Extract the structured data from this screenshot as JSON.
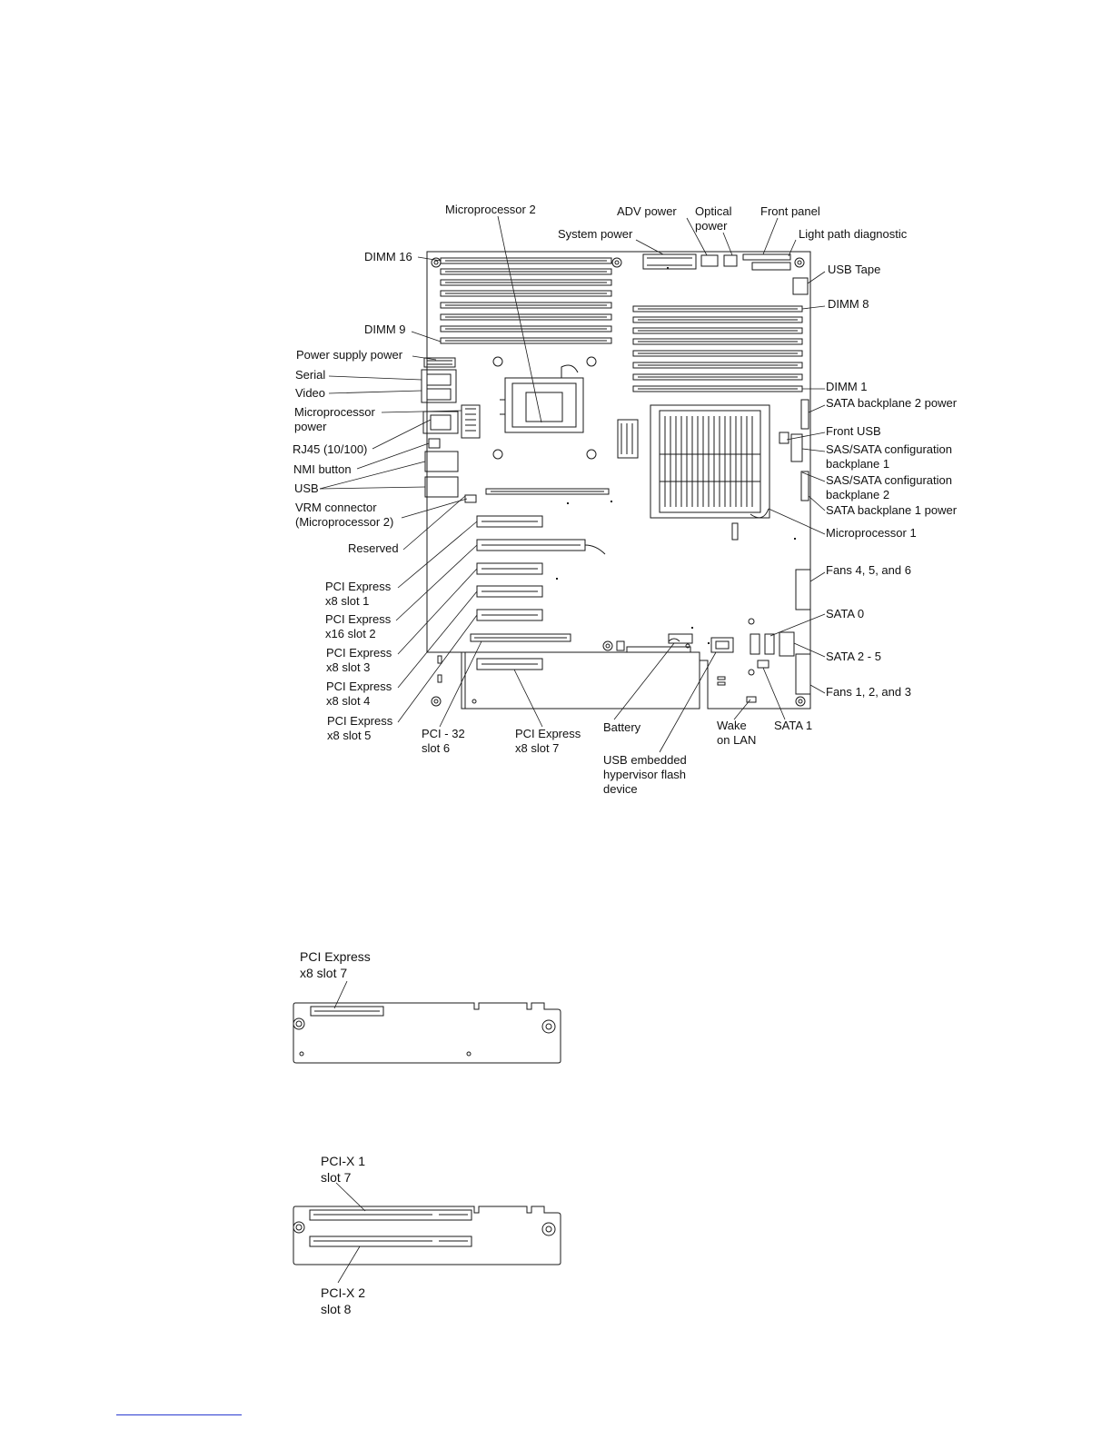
{
  "system_board": {
    "labels": {
      "microprocessor_2": "Microprocessor 2",
      "adv_power": "ADV power",
      "optical_power": "Optical\npower",
      "front_panel": "Front panel",
      "system_power": "System power",
      "light_path_diagnostic": "Light path diagnostic",
      "dimm_16": "DIMM 16",
      "usb_tape": "USB Tape",
      "dimm_8": "DIMM 8",
      "dimm_9": "DIMM 9",
      "power_supply_power": "Power supply power",
      "serial": "Serial",
      "video": "Video",
      "dimm_1": "DIMM 1",
      "sata_backplane_2_power": "SATA backplane 2 power",
      "microprocessor_power": "Microprocessor\npower",
      "front_usb": "Front USB",
      "rj45": "RJ45 (10/100)",
      "sas_sata_config_bp1": "SAS/SATA configuration\nbackplane 1",
      "nmi_button": "NMI button",
      "sas_sata_config_bp2": "SAS/SATA configuration\nbackplane 2",
      "usb": "USB",
      "sata_backplane_1_power": "SATA backplane 1 power",
      "vrm_connector": "VRM connector\n(Microprocessor 2)",
      "microprocessor_1": "Microprocessor 1",
      "reserved": "Reserved",
      "fans_456": "Fans 4, 5, and 6",
      "pcie_x8_slot1": "PCI Express\nx8 slot 1",
      "sata_0": "SATA 0",
      "pcie_x16_slot2": "PCI Express\nx16 slot 2",
      "sata_2_5": "SATA 2 - 5",
      "pcie_x8_slot3": "PCI Express\nx8 slot 3",
      "pcie_x8_slot4": "PCI Express\nx8 slot 4",
      "fans_123": "Fans 1, 2, and 3",
      "pcie_x8_slot5": "PCI Express\nx8 slot 5",
      "pci32_slot6": "PCI - 32\nslot 6",
      "pcie_x8_slot7": "PCI Express\nx8 slot 7",
      "battery": "Battery",
      "wake_on_lan": "Wake\non LAN",
      "sata_1": "SATA 1",
      "usb_hypervisor": "USB embedded\nhypervisor flash\ndevice"
    }
  },
  "riser_pcie": {
    "label": "PCI Express\nx8 slot 7"
  },
  "riser_pcix": {
    "label_top": "PCI-X 1\nslot 7",
    "label_bottom": "PCI-X 2\nslot 8"
  },
  "colors": {
    "line": "#1a1a1a",
    "footer_rule": "#2a3bd0"
  }
}
